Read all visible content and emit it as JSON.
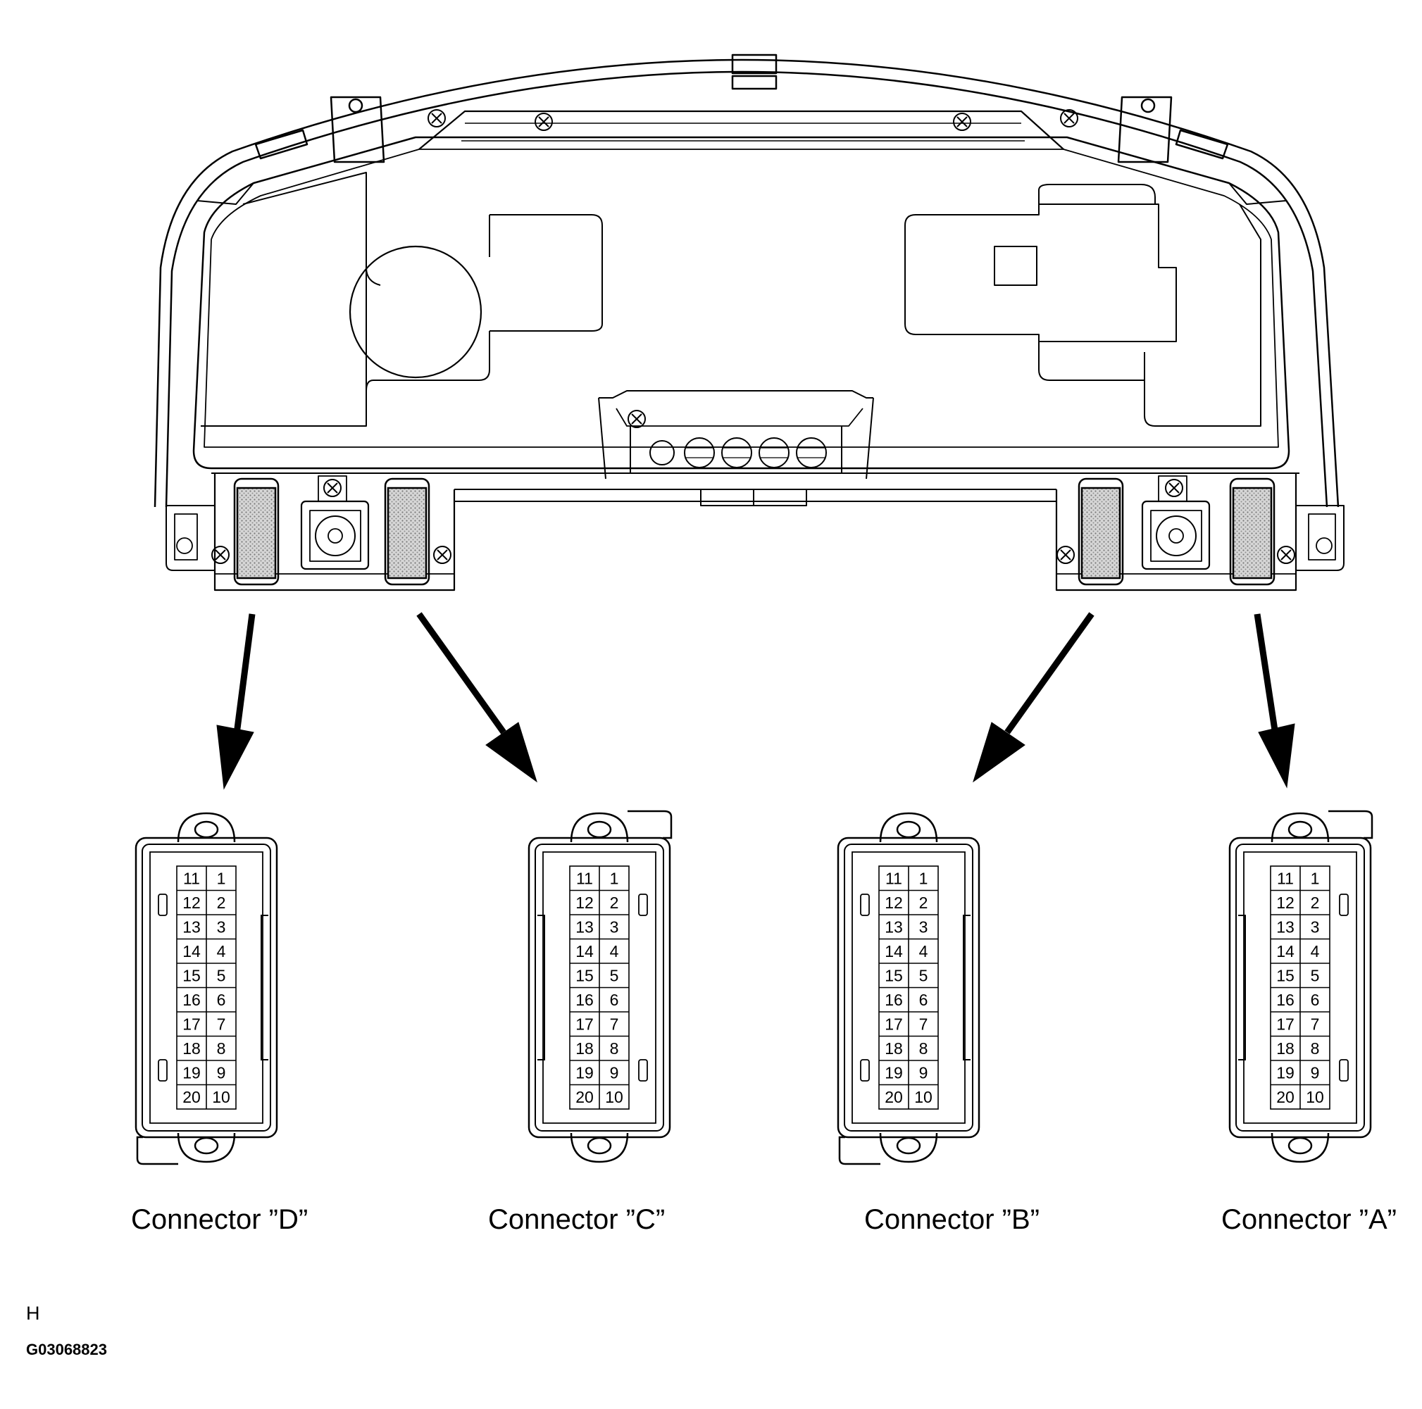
{
  "connectors": [
    {
      "id": "D",
      "label": "Connector ”D”"
    },
    {
      "id": "C",
      "label": "Connector ”C”"
    },
    {
      "id": "B",
      "label": "Connector ”B”"
    },
    {
      "id": "A",
      "label": "Connector ”A”"
    }
  ],
  "pin_grid": {
    "left_column": [
      "11",
      "12",
      "13",
      "14",
      "15",
      "16",
      "17",
      "18",
      "19",
      "20"
    ],
    "right_column": [
      "1",
      "2",
      "3",
      "4",
      "5",
      "6",
      "7",
      "8",
      "9",
      "10"
    ]
  },
  "corner_mark": "H",
  "figure_code": "G03068823",
  "colors": {
    "line": "#000000",
    "stipple": "#bdbdbd",
    "background": "#ffffff"
  }
}
